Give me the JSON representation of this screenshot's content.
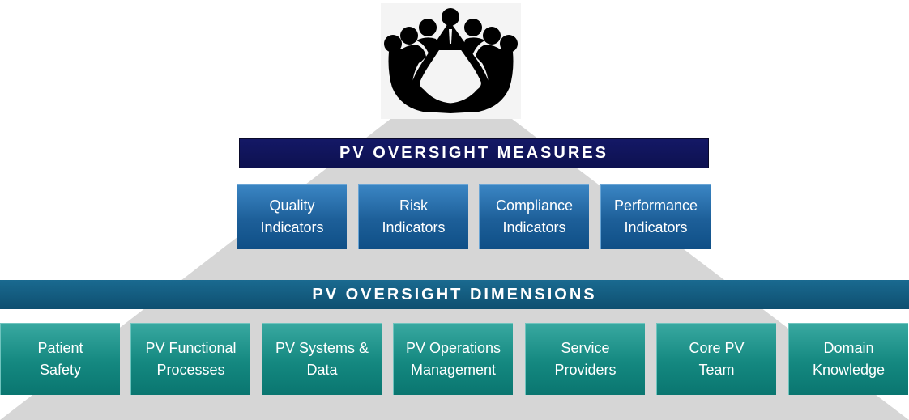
{
  "measures": {
    "title": "PV OVERSIGHT MEASURES",
    "items": [
      {
        "line1": "Quality",
        "line2": "Indicators"
      },
      {
        "line1": "Risk",
        "line2": "Indicators"
      },
      {
        "line1": "Compliance",
        "line2": "Indicators"
      },
      {
        "line1": "Performance",
        "line2": "Indicators"
      }
    ]
  },
  "dimensions": {
    "title": "PV OVERSIGHT DIMENSIONS",
    "items": [
      {
        "line1": "Patient",
        "line2": "Safety"
      },
      {
        "line1": "PV Functional",
        "line2": "Processes"
      },
      {
        "line1": "PV Systems &",
        "line2": "Data"
      },
      {
        "line1": "PV Operations",
        "line2": "Management"
      },
      {
        "line1": "Service",
        "line2": "Providers"
      },
      {
        "line1": "Core PV",
        "line2": "Team"
      },
      {
        "line1": "Domain",
        "line2": "Knowledge"
      }
    ]
  },
  "icon": "board-meeting-icon",
  "colors": {
    "pyramid": "#d6d6d6",
    "measures_title_bg": "#111462",
    "indicator_bg": "#1d62a0",
    "dimensions_title_bg": "#125a7e",
    "dimension_bg": "#148880"
  }
}
